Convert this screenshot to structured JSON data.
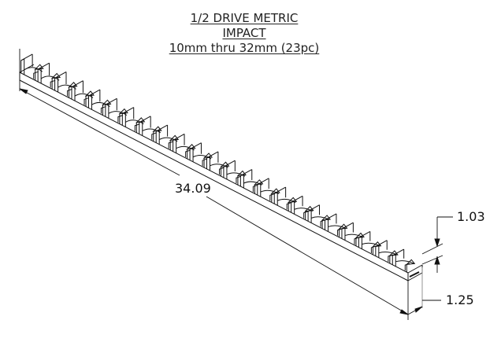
{
  "title": {
    "lines": [
      "1/2 DRIVE METRIC",
      "IMPACT",
      "10mm thru 32mm (23pc)"
    ]
  },
  "part": {
    "name": "socket-rail",
    "socket_count": 23,
    "view": "isometric"
  },
  "dimensions": {
    "length": "34.09",
    "height": "1.03",
    "width": "1.25"
  },
  "colors": {
    "line": "#111111",
    "background": "#ffffff",
    "text": "#222222"
  }
}
